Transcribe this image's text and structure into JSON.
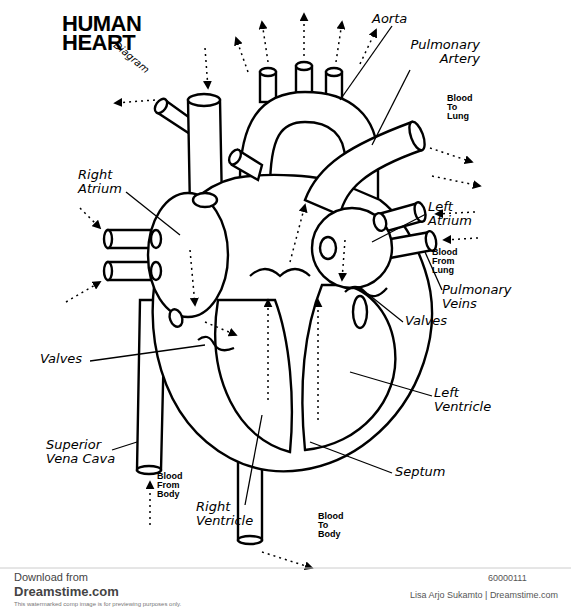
{
  "diagram": {
    "title": "HUMAN HEART",
    "labels": [
      "Diagram",
      "Aorta",
      "Pulmonary Artery",
      "Blood To Lung",
      "Right Atrium",
      "Left Atrium",
      "Blood From Lung",
      "Pulmonary Veins",
      "Valves",
      "Valves",
      "Left Ventricle",
      "Septum",
      "Superior Vena Cava",
      "Blood From Body",
      "Right Ventricle",
      "Blood To Body",
      "Download from",
      "Dreamstime.com",
      "This watermarked comp image is for previewing purposes only.",
      "60000111",
      "Lisa Arjo Sukamto | Dreamstime.com"
    ]
  }
}
